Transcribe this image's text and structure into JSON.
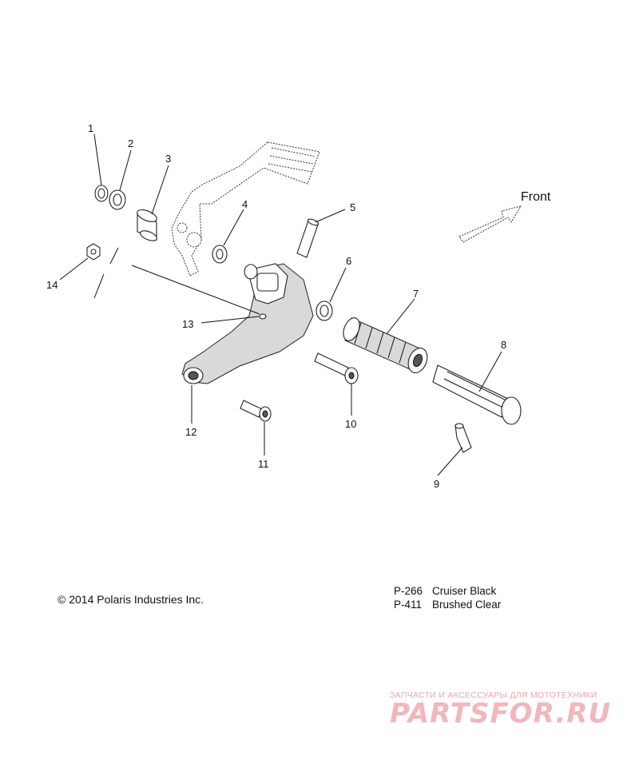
{
  "direction_label": "Front",
  "callouts": [
    "1",
    "2",
    "3",
    "4",
    "5",
    "6",
    "7",
    "8",
    "9",
    "10",
    "11",
    "12",
    "13",
    "14"
  ],
  "copyright": "© 2014 Polaris Industries Inc.",
  "finishes": [
    {
      "code": "P-266",
      "name": "Cruiser Black"
    },
    {
      "code": "P-411",
      "name": "Brushed Clear"
    }
  ],
  "watermark": {
    "tagline": "ЗАПЧАСТИ И АКСЕССУАРЫ ДЛЯ МОТОТЕХНИКИ",
    "logo": "PARTSFOR.RU"
  }
}
